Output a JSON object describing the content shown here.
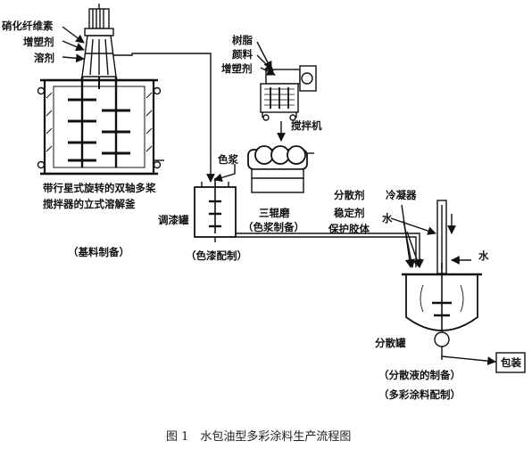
{
  "labels": {
    "dissolver_inputs": [
      "硝化纤维素",
      "增塑剂",
      "溶剂"
    ],
    "dissolver_desc_1": "带行星式旋转的双轴多桨",
    "dissolver_desc_2": "搅拌器的立式溶解釜",
    "stage_base": "（基料制备）",
    "mixer_inputs": [
      "树脂",
      "颜料",
      "增塑剂"
    ],
    "mixer": "搅拌机",
    "color_paste": "色浆",
    "mill": "三辊磨",
    "stage_paste": "（色浆制备）",
    "tank": "调漆罐",
    "stage_paint": "（色漆配制）",
    "disp_inputs": [
      "分散剂",
      "稳定剂",
      "保护胶体"
    ],
    "condenser": "冷凝器",
    "water_top": "水",
    "water_right": "水",
    "disp_tank": "分散罐",
    "packaging": "包装",
    "stage_disp": "（分散液的制备）",
    "stage_final": "（多彩涂料配制）"
  },
  "caption": "图 1　水包油型多彩涂料生产流程图"
}
